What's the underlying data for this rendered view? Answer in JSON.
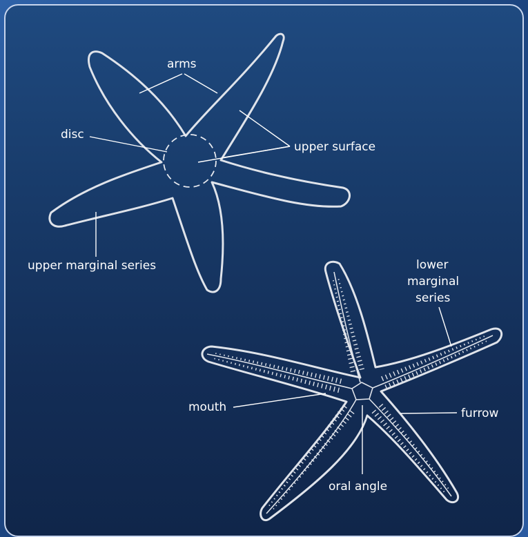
{
  "labels": {
    "arms": "arms",
    "disc": "disc",
    "upper_surface": "upper surface",
    "upper_marginal_series": "upper marginal series",
    "lower_marginal_series_1": "lower",
    "lower_marginal_series_2": "marginal",
    "lower_marginal_series_3": "series",
    "mouth": "mouth",
    "furrow": "furrow",
    "oral_angle": "oral angle"
  },
  "colors": {
    "background_top": "#1f4a80",
    "background_bottom": "#10264a",
    "outline": "#dfe3ea",
    "text": "#ffffff"
  }
}
